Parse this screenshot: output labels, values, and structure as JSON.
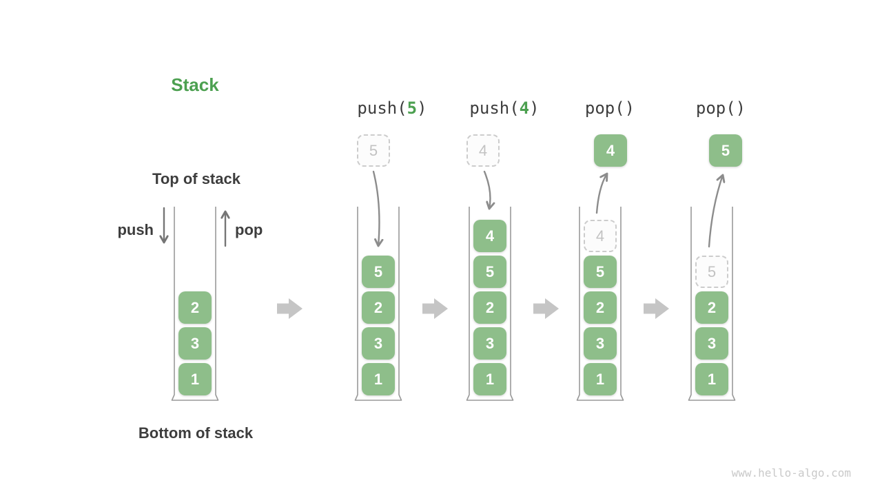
{
  "title": "Stack",
  "left_stack": {
    "top_label": "Top of stack",
    "bottom_label": "Bottom of stack",
    "push_label": "push",
    "pop_label": "pop",
    "items": [
      {
        "value": "2",
        "slot": 2,
        "variant": "solid"
      },
      {
        "value": "3",
        "slot": 3,
        "variant": "solid"
      },
      {
        "value": "1",
        "slot": 4,
        "variant": "solid"
      }
    ]
  },
  "operations": [
    {
      "op_prefix": "push(",
      "op_arg": "5",
      "op_suffix": ")",
      "floating": {
        "value": "5",
        "variant": "ghost"
      },
      "arrow": "down",
      "items": [
        {
          "value": "5",
          "slot": 1,
          "variant": "solid"
        },
        {
          "value": "2",
          "slot": 2,
          "variant": "solid"
        },
        {
          "value": "3",
          "slot": 3,
          "variant": "solid"
        },
        {
          "value": "1",
          "slot": 4,
          "variant": "solid"
        }
      ]
    },
    {
      "op_prefix": "push(",
      "op_arg": "4",
      "op_suffix": ")",
      "floating": {
        "value": "4",
        "variant": "ghost"
      },
      "arrow": "down",
      "items": [
        {
          "value": "4",
          "slot": 0,
          "variant": "solid"
        },
        {
          "value": "5",
          "slot": 1,
          "variant": "solid"
        },
        {
          "value": "2",
          "slot": 2,
          "variant": "solid"
        },
        {
          "value": "3",
          "slot": 3,
          "variant": "solid"
        },
        {
          "value": "1",
          "slot": 4,
          "variant": "solid"
        }
      ]
    },
    {
      "op_prefix": "pop()",
      "op_arg": "",
      "op_suffix": "",
      "floating": {
        "value": "4",
        "variant": "solid"
      },
      "arrow": "up",
      "items": [
        {
          "value": "4",
          "slot": 0,
          "variant": "ghost"
        },
        {
          "value": "5",
          "slot": 1,
          "variant": "solid"
        },
        {
          "value": "2",
          "slot": 2,
          "variant": "solid"
        },
        {
          "value": "3",
          "slot": 3,
          "variant": "solid"
        },
        {
          "value": "1",
          "slot": 4,
          "variant": "solid"
        }
      ]
    },
    {
      "op_prefix": "pop()",
      "op_arg": "",
      "op_suffix": "",
      "floating": {
        "value": "5",
        "variant": "solid"
      },
      "arrow": "up",
      "items": [
        {
          "value": "5",
          "slot": 1,
          "variant": "ghost"
        },
        {
          "value": "2",
          "slot": 2,
          "variant": "solid"
        },
        {
          "value": "3",
          "slot": 3,
          "variant": "solid"
        },
        {
          "value": "1",
          "slot": 4,
          "variant": "solid"
        }
      ]
    }
  ],
  "watermark": "www.hello-algo.com",
  "colors": {
    "green": "#8EBE8A",
    "accent_green": "#4CA050",
    "label_dark": "#3D3D3D",
    "arrow_gray": "#8C8C8C",
    "io_arrow_gray": "#757575",
    "block_arrow_gray": "#C5C5C5",
    "ghost_border": "#CCCCCC",
    "ghost_text": "#C2C2C2",
    "container_stroke": "#999999",
    "watermark_gray": "#C9C9C9"
  }
}
